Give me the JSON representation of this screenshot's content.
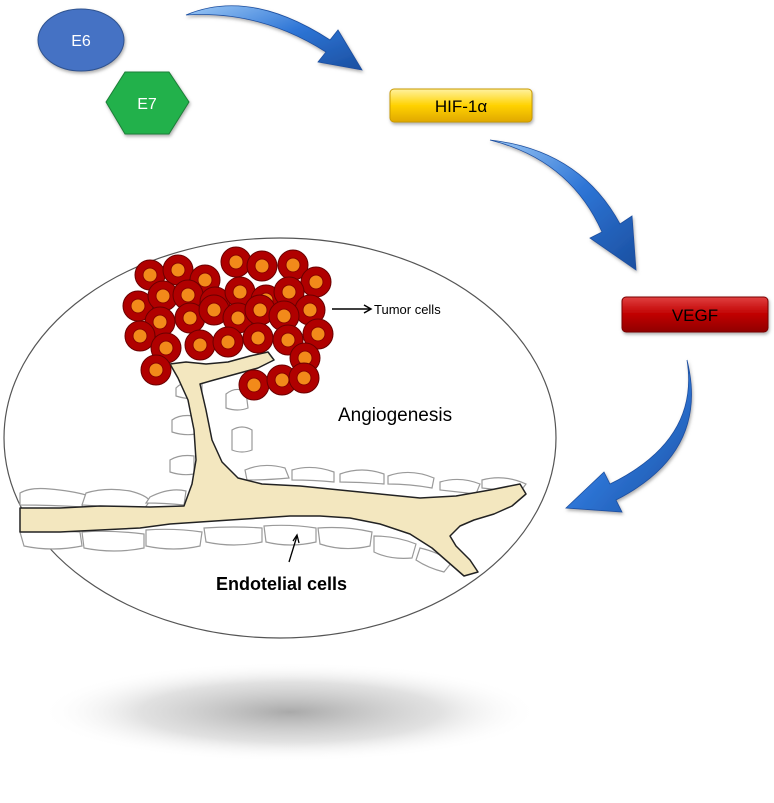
{
  "labels": {
    "e6": "E6",
    "e7": "E7",
    "hif": "HIF-1α",
    "vegf": "VEGF",
    "tumor_cells": "Tumor cells",
    "angiogenesis": "Angiogenesis",
    "endothelial_cells": "Endotelial cells"
  },
  "colors": {
    "e6_fill": "#4472c4",
    "e7_fill": "#22b14c",
    "hif_fill": "#ffd200",
    "vegf_fill": "#c00000",
    "arrow_blue": "#2e75d6",
    "vessel_fill": "#f3e7bf",
    "tumor_outer": "#b00000",
    "tumor_inner": "#f28a1a"
  }
}
